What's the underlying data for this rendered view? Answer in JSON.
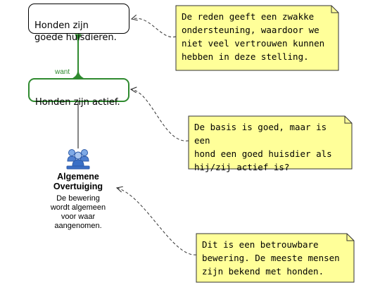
{
  "claims": {
    "top": "Honden zijn\ngoede huisdieren.",
    "middle": "Honden zijn actief."
  },
  "link_label": "want",
  "source": {
    "icon": "people-group-icon",
    "title": "Algemene\nOvertuiging",
    "description": "De bewering\nwordt algemeen\nvoor waar\naangenomen."
  },
  "notes": [
    "De reden geeft een zwakke\nondersteuning, waardoor we\nniet veel vertrouwen kunnen\nhebben in deze stelling.",
    "De basis is goed, maar is een\nhond een goed huisdier als\nhij/zij actief is?",
    "Dit is een betrouwbare\nbewering. De meeste mensen\nzijn bekend met honden."
  ],
  "colors": {
    "support_link": "#2f8a2f",
    "note_fill": "#ffff99",
    "note_border": "#333333",
    "icon_blue": "#3a6fc6"
  }
}
